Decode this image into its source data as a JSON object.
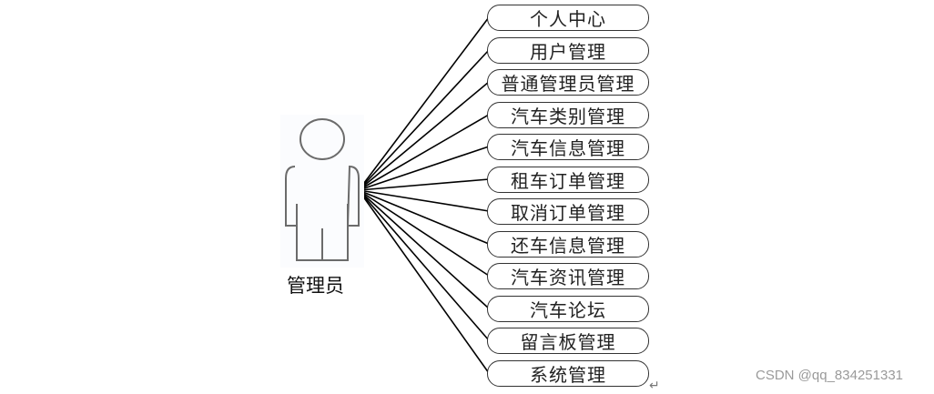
{
  "actor": {
    "label": "管理员",
    "icon": "person-icon"
  },
  "use_cases": [
    {
      "label": "个人中心"
    },
    {
      "label": "用户管理"
    },
    {
      "label": "普通管理员管理"
    },
    {
      "label": "汽车类别管理"
    },
    {
      "label": "汽车信息管理"
    },
    {
      "label": "租车订单管理"
    },
    {
      "label": "取消订单管理"
    },
    {
      "label": "还车信息管理"
    },
    {
      "label": "汽车资讯管理"
    },
    {
      "label": "汽车论坛"
    },
    {
      "label": "留言板管理"
    },
    {
      "label": "系统管理"
    }
  ],
  "watermark": "CSDN @qq_834251331",
  "return_mark": "↵",
  "colors": {
    "line": "#000000",
    "ellipse_border": "#333333",
    "actor_stroke": "#6b6b6b",
    "watermark": "#9a9a9a"
  }
}
